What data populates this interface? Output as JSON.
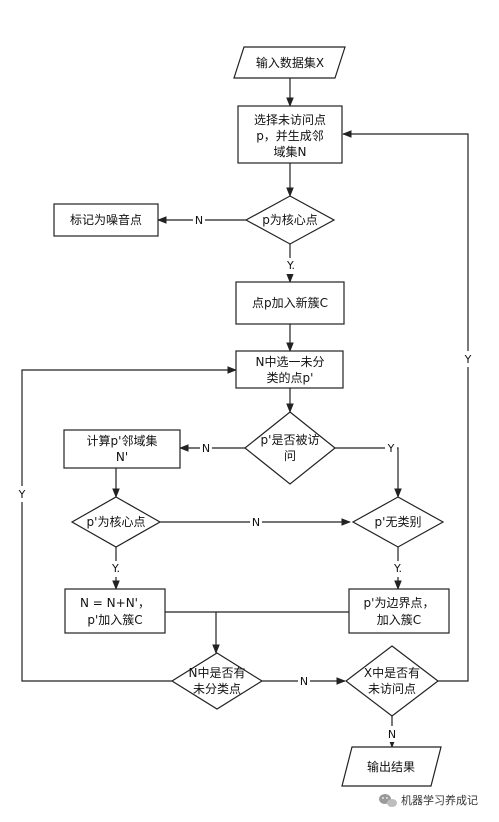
{
  "nodes": {
    "input": "输入数据集X",
    "select_unvisited": [
      "选择未访问点",
      "p，并生成邻",
      "域集N"
    ],
    "is_core": "p为核心点",
    "mark_noise": "标记为噪音点",
    "add_new_cluster": "点p加入新簇C",
    "pick_from_n": [
      "N中选一未分",
      "类的点p'"
    ],
    "visited": [
      "p'是否被访",
      "问"
    ],
    "compute_neighborhood": [
      "计算p'邻域集",
      "N'"
    ],
    "p2_core": "p'为核心点",
    "p2_no_class": "p'无类别",
    "merge": [
      "N = N+N'，",
      "p'加入簇C"
    ],
    "border": [
      "p'为边界点，",
      "加入簇C"
    ],
    "n_unclassified": [
      "N中是否有",
      "未分类点"
    ],
    "x_unvisited": [
      "X中是否有",
      "未访问点"
    ],
    "output": "输出结果"
  },
  "labels": {
    "yes": "Y",
    "no": "N",
    "yes_dot": "Y."
  },
  "watermark": "机器学习养成记",
  "watermark_icon": "wechat-icon"
}
